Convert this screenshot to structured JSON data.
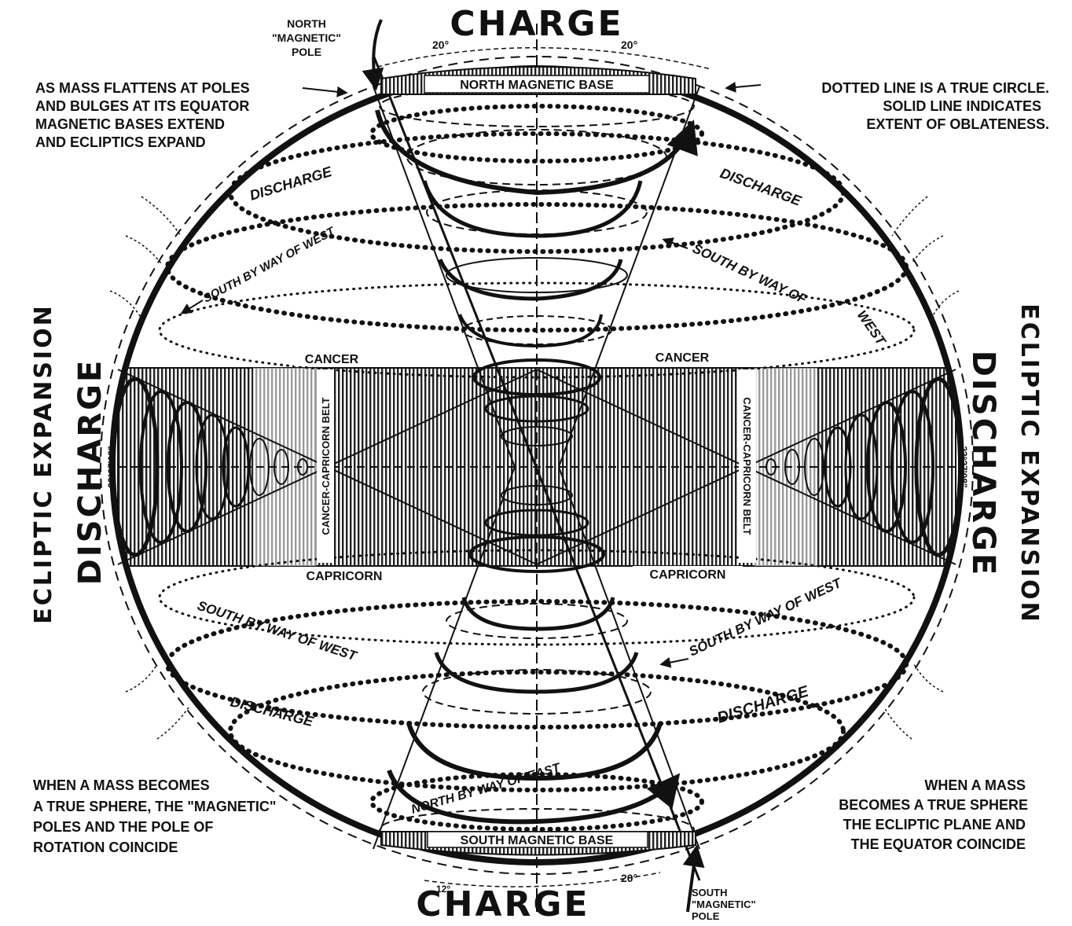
{
  "title_top": "CHARGE",
  "title_bottom": "CHARGE",
  "left_vertical": {
    "outer": "ECLIPTIC EXPANSION",
    "inner": "DISCHARGE",
    "angle": "23°27'08\""
  },
  "right_vertical": {
    "outer": "ECLIPTIC EXPANSION",
    "inner": "DISCHARGE",
    "angle": "23°27'08\""
  },
  "north_pole": [
    "NORTH",
    "\"MAGNETIC\"",
    "POLE"
  ],
  "south_pole": [
    "SOUTH",
    "\"MAGNETIC\"",
    "POLE"
  ],
  "north_base": "NORTH MAGNETIC BASE",
  "south_base": "SOUTH MAGNETIC BASE",
  "angle_top_left": "20°",
  "angle_top_right": "20°",
  "angle_bottom_left": "12°",
  "angle_bottom_right": "20°",
  "note_top_left": [
    "AS MASS FLATTENS AT POLES",
    "AND BULGES AT ITS EQUATOR",
    "MAGNETIC BASES EXTEND",
    "AND ECLIPTICS EXPAND"
  ],
  "note_top_right": [
    "DOTTED LINE IS A TRUE CIRCLE.",
    "SOLID LINE INDICATES",
    "EXTENT OF OBLATENESS."
  ],
  "note_bottom_left": [
    "WHEN A MASS BECOMES",
    "A TRUE SPHERE, THE \"MAGNETIC\"",
    "POLES AND THE POLE OF",
    "ROTATION COINCIDE"
  ],
  "note_bottom_right": [
    "WHEN A MASS",
    "BECOMES A TRUE SPHERE",
    "THE ECLIPTIC PLANE AND",
    "THE EQUATOR COINCIDE"
  ],
  "discharge": "DISCHARGE",
  "south_by_west_1": "SOUTH BY WAY OF WEST",
  "south_by_west_2": "SOUTH BY WAY OF",
  "west": "WEST",
  "north_by_east": "NORTH BY WAY OF EAST",
  "cancer": "CANCER",
  "capricorn": "CAPRICORN",
  "belt": "CANCER-CAPRICORN BELT"
}
